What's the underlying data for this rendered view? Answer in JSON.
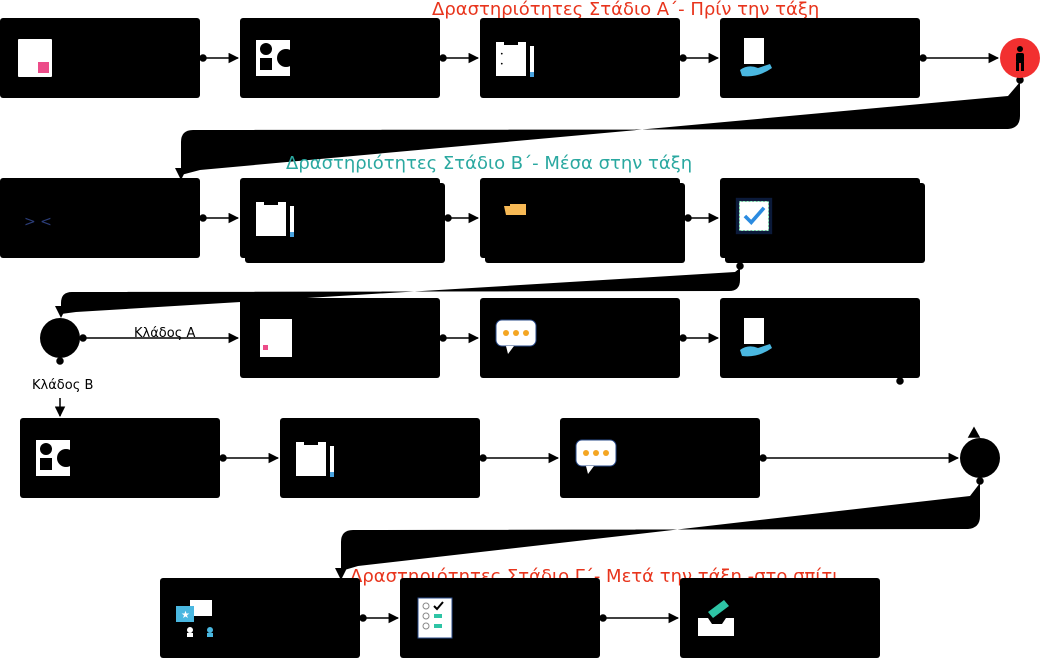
{
  "stages": {
    "a_title": "Δραστηριότητες Στάδιο Α΄- Πρίν την τάξη",
    "b_title": "Δραστηριότητες Στάδιο Β΄- Μέσα στην τάξη",
    "c_title": "Δραστηριότητες Στάδιο Γ΄- Μετά την τάξη -στο σπίτι"
  },
  "branches": {
    "a": "Κλάδος Α",
    "b": "Κλάδος Β"
  },
  "colors": {
    "stage_a": "#e8341c",
    "stage_b": "#2aa8a0",
    "stage_c": "#e8341c",
    "actor": "#f23030",
    "box": "#000000"
  },
  "nodes": [
    {
      "id": "a1",
      "icon": "document-pink-icon"
    },
    {
      "id": "a2",
      "icon": "shapes-icon"
    },
    {
      "id": "a3",
      "icon": "clipboard-pencil-icon"
    },
    {
      "id": "a4",
      "icon": "hand-document-icon"
    },
    {
      "id": "actor",
      "icon": "person-icon"
    },
    {
      "id": "b1",
      "icon": "code-brackets-icon"
    },
    {
      "id": "b2",
      "icon": "clipboard-pencil-icon"
    },
    {
      "id": "b3",
      "icon": "ticket-icon"
    },
    {
      "id": "b4",
      "icon": "certificate-check-icon"
    },
    {
      "id": "decision",
      "icon": "decision-node"
    },
    {
      "id": "ba1",
      "icon": "document-pink-icon"
    },
    {
      "id": "ba2",
      "icon": "speech-bubble-icon"
    },
    {
      "id": "ba3",
      "icon": "hand-document-icon"
    },
    {
      "id": "bb1",
      "icon": "shapes-icon"
    },
    {
      "id": "bb2",
      "icon": "clipboard-pencil-icon"
    },
    {
      "id": "bb3",
      "icon": "speech-bubble-icon"
    },
    {
      "id": "merge",
      "icon": "merge-node"
    },
    {
      "id": "c1",
      "icon": "discussion-people-icon"
    },
    {
      "id": "c2",
      "icon": "checklist-icon"
    },
    {
      "id": "c3",
      "icon": "inbox-upload-icon"
    }
  ]
}
